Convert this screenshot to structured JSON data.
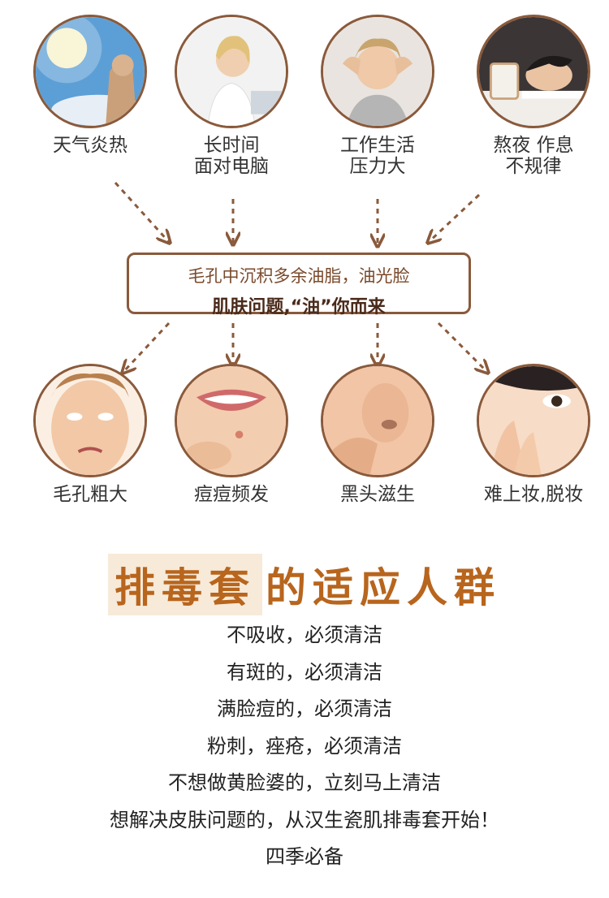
{
  "causes": [
    {
      "label": "天气炎热",
      "image": "sunny-sky-image"
    },
    {
      "label": "长时间\n面对电脑",
      "image": "computer-woman-image"
    },
    {
      "label": "工作生活\n压力大",
      "image": "stressed-woman-image"
    },
    {
      "label": "熬夜 作息\n不规律",
      "image": "sleeping-desk-image"
    }
  ],
  "center": {
    "line1": "毛孔中沉积多余油脂，油光脸",
    "line2": "肌肤问题,“油”你而来"
  },
  "effects": [
    {
      "label": "毛孔粗大",
      "image": "pores-face-image"
    },
    {
      "label": "痘痘频发",
      "image": "acne-mouth-image"
    },
    {
      "label": "黑头滋生",
      "image": "blackhead-nose-image"
    },
    {
      "label": "难上妆,脱妆",
      "image": "makeup-eye-image"
    }
  ],
  "title": {
    "highlight": "排毒套",
    "rest": "的适应人群"
  },
  "lines": [
    "不吸收，必须清洁",
    "有斑的，必须清洁",
    "满脸痘的，必须清洁",
    "粉刺，痤疮，必须清洁",
    "不想做黄脸婆的，立刻马上清洁",
    "想解决皮肤问题的，从汉生瓷肌排毒套开始！",
    "四季必备"
  ],
  "colors": {
    "accent": "#b8651d",
    "border": "#8a5a3b",
    "arrow": "#8a5a3b"
  }
}
